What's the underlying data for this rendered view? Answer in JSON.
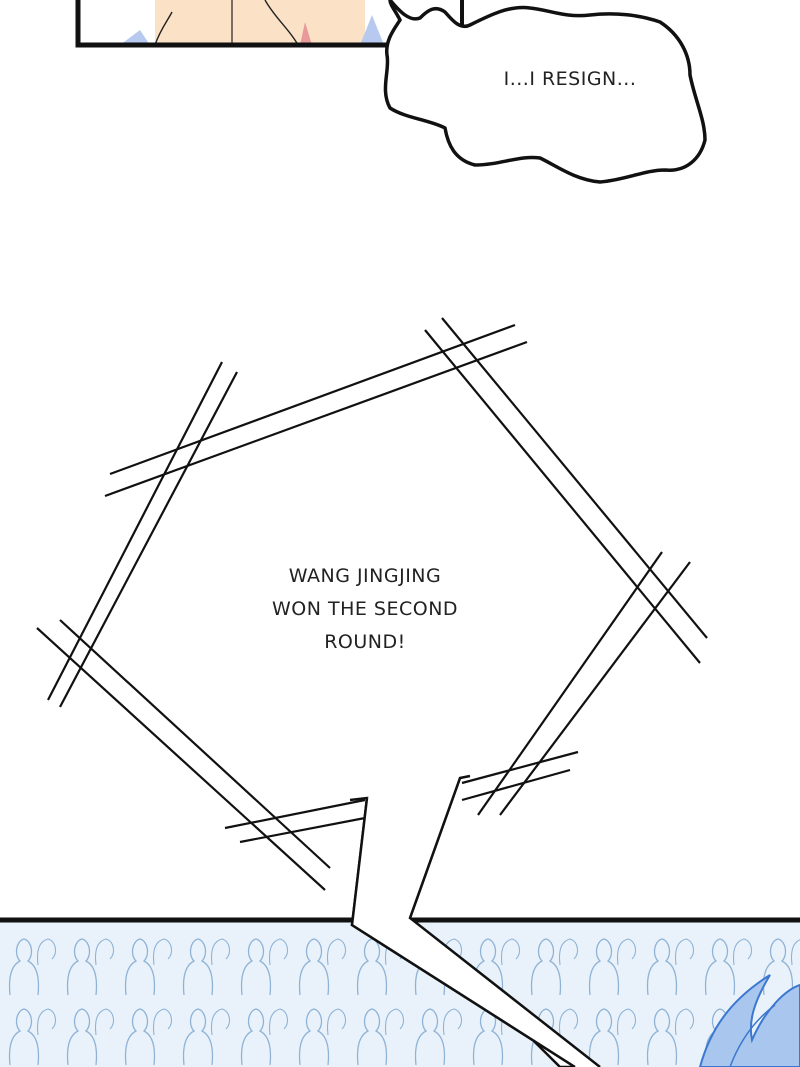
{
  "panels": {
    "speech_bubble": {
      "text": "I...I RESIGN..."
    },
    "announcement": {
      "lines": [
        "WANG JINGJING",
        "WON THE SECOND",
        "ROUND!"
      ]
    }
  },
  "colors": {
    "skin": "#fbe1c6",
    "crowd_bg": "#e9f2fa",
    "crowd_line": "#8fb3d6",
    "hair": "#4a86d8"
  }
}
